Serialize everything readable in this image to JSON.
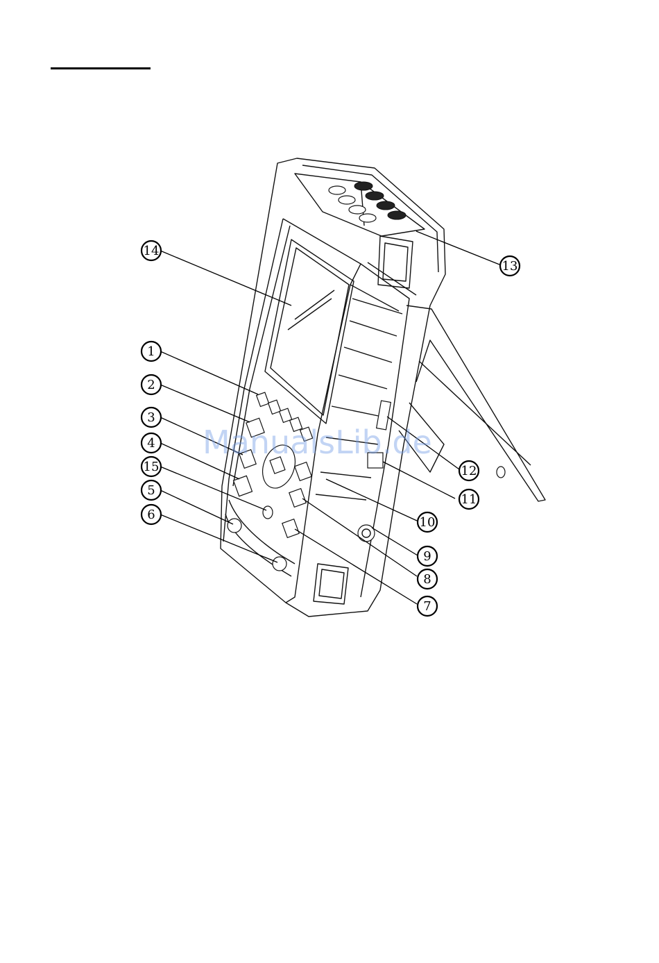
{
  "watermark": "ManualsLib.de",
  "callouts": [
    {
      "id": "1",
      "label": "1"
    },
    {
      "id": "2",
      "label": "2"
    },
    {
      "id": "3",
      "label": "3"
    },
    {
      "id": "4",
      "label": "4"
    },
    {
      "id": "15",
      "label": "15"
    },
    {
      "id": "5",
      "label": "5"
    },
    {
      "id": "6",
      "label": "6"
    },
    {
      "id": "7",
      "label": "7"
    },
    {
      "id": "8",
      "label": "8"
    },
    {
      "id": "9",
      "label": "9"
    },
    {
      "id": "10",
      "label": "10"
    },
    {
      "id": "11",
      "label": "11"
    },
    {
      "id": "12",
      "label": "12"
    },
    {
      "id": "13",
      "label": "13"
    },
    {
      "id": "14",
      "label": "14"
    }
  ]
}
